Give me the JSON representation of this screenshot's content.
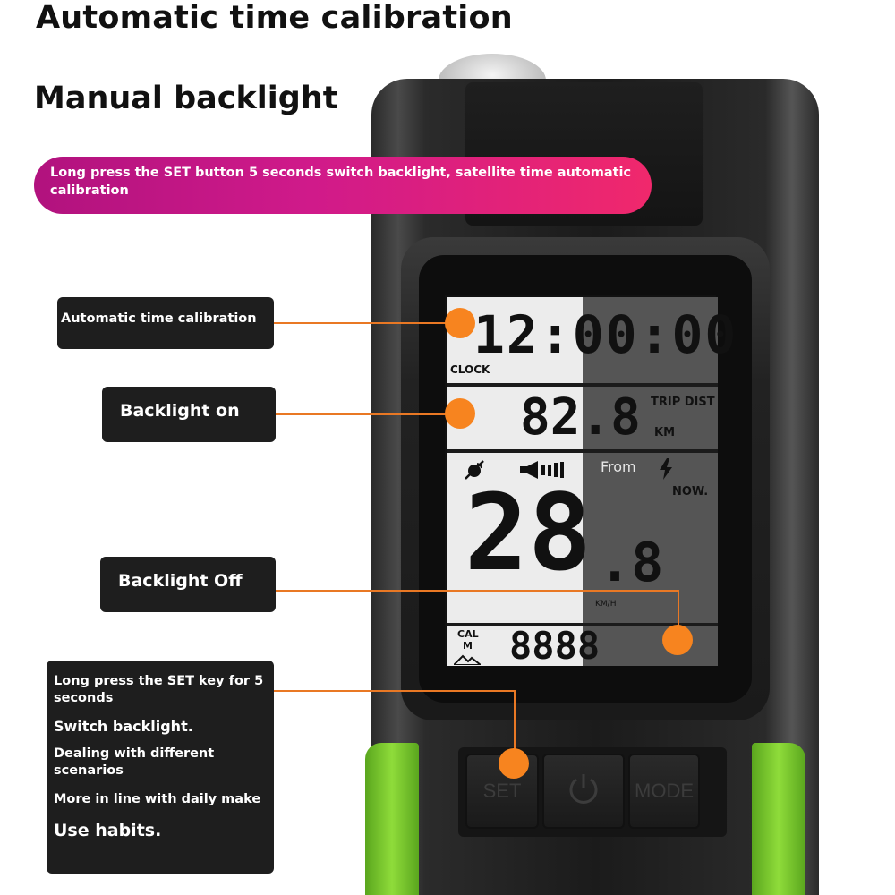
{
  "headings": {
    "title": "Automatic time calibration",
    "subtitle": "Manual backlight"
  },
  "banner": {
    "text": "Long press the SET button 5 seconds switch backlight, satellite time automatic calibration"
  },
  "callouts": {
    "time_calibration": "Automatic time calibration",
    "backlight_on": "Backlight on",
    "backlight_off": "Backlight Off",
    "instructions": [
      "Long press the SET key for 5 seconds",
      "Switch backlight.",
      "Dealing with different scenarios",
      "More in line with daily make",
      "Use habits."
    ]
  },
  "display": {
    "clock_time": "12:00:00",
    "clock_label": "CLOCK",
    "trip_value": "82.8",
    "trip_label": "TRIP DIST",
    "trip_unit": "KM",
    "from_label": "From",
    "now_label": "NOW.",
    "speed_main": "28",
    "speed_decimal": ".8",
    "speed_unit": "KM/H",
    "cal_label": "CAL",
    "m_label": "M",
    "bottom_value": "8888"
  },
  "buttons": {
    "set": "SET",
    "mode": "MODE"
  },
  "colors": {
    "banner_start": "#b1127e",
    "banner_end": "#f0286c",
    "accent_orange": "#f7841f",
    "strap_green": "#8fdc3a"
  },
  "icons": [
    "satellite-icon",
    "horn-signal-icon",
    "lightning-icon",
    "mountain-icon",
    "power-icon"
  ]
}
